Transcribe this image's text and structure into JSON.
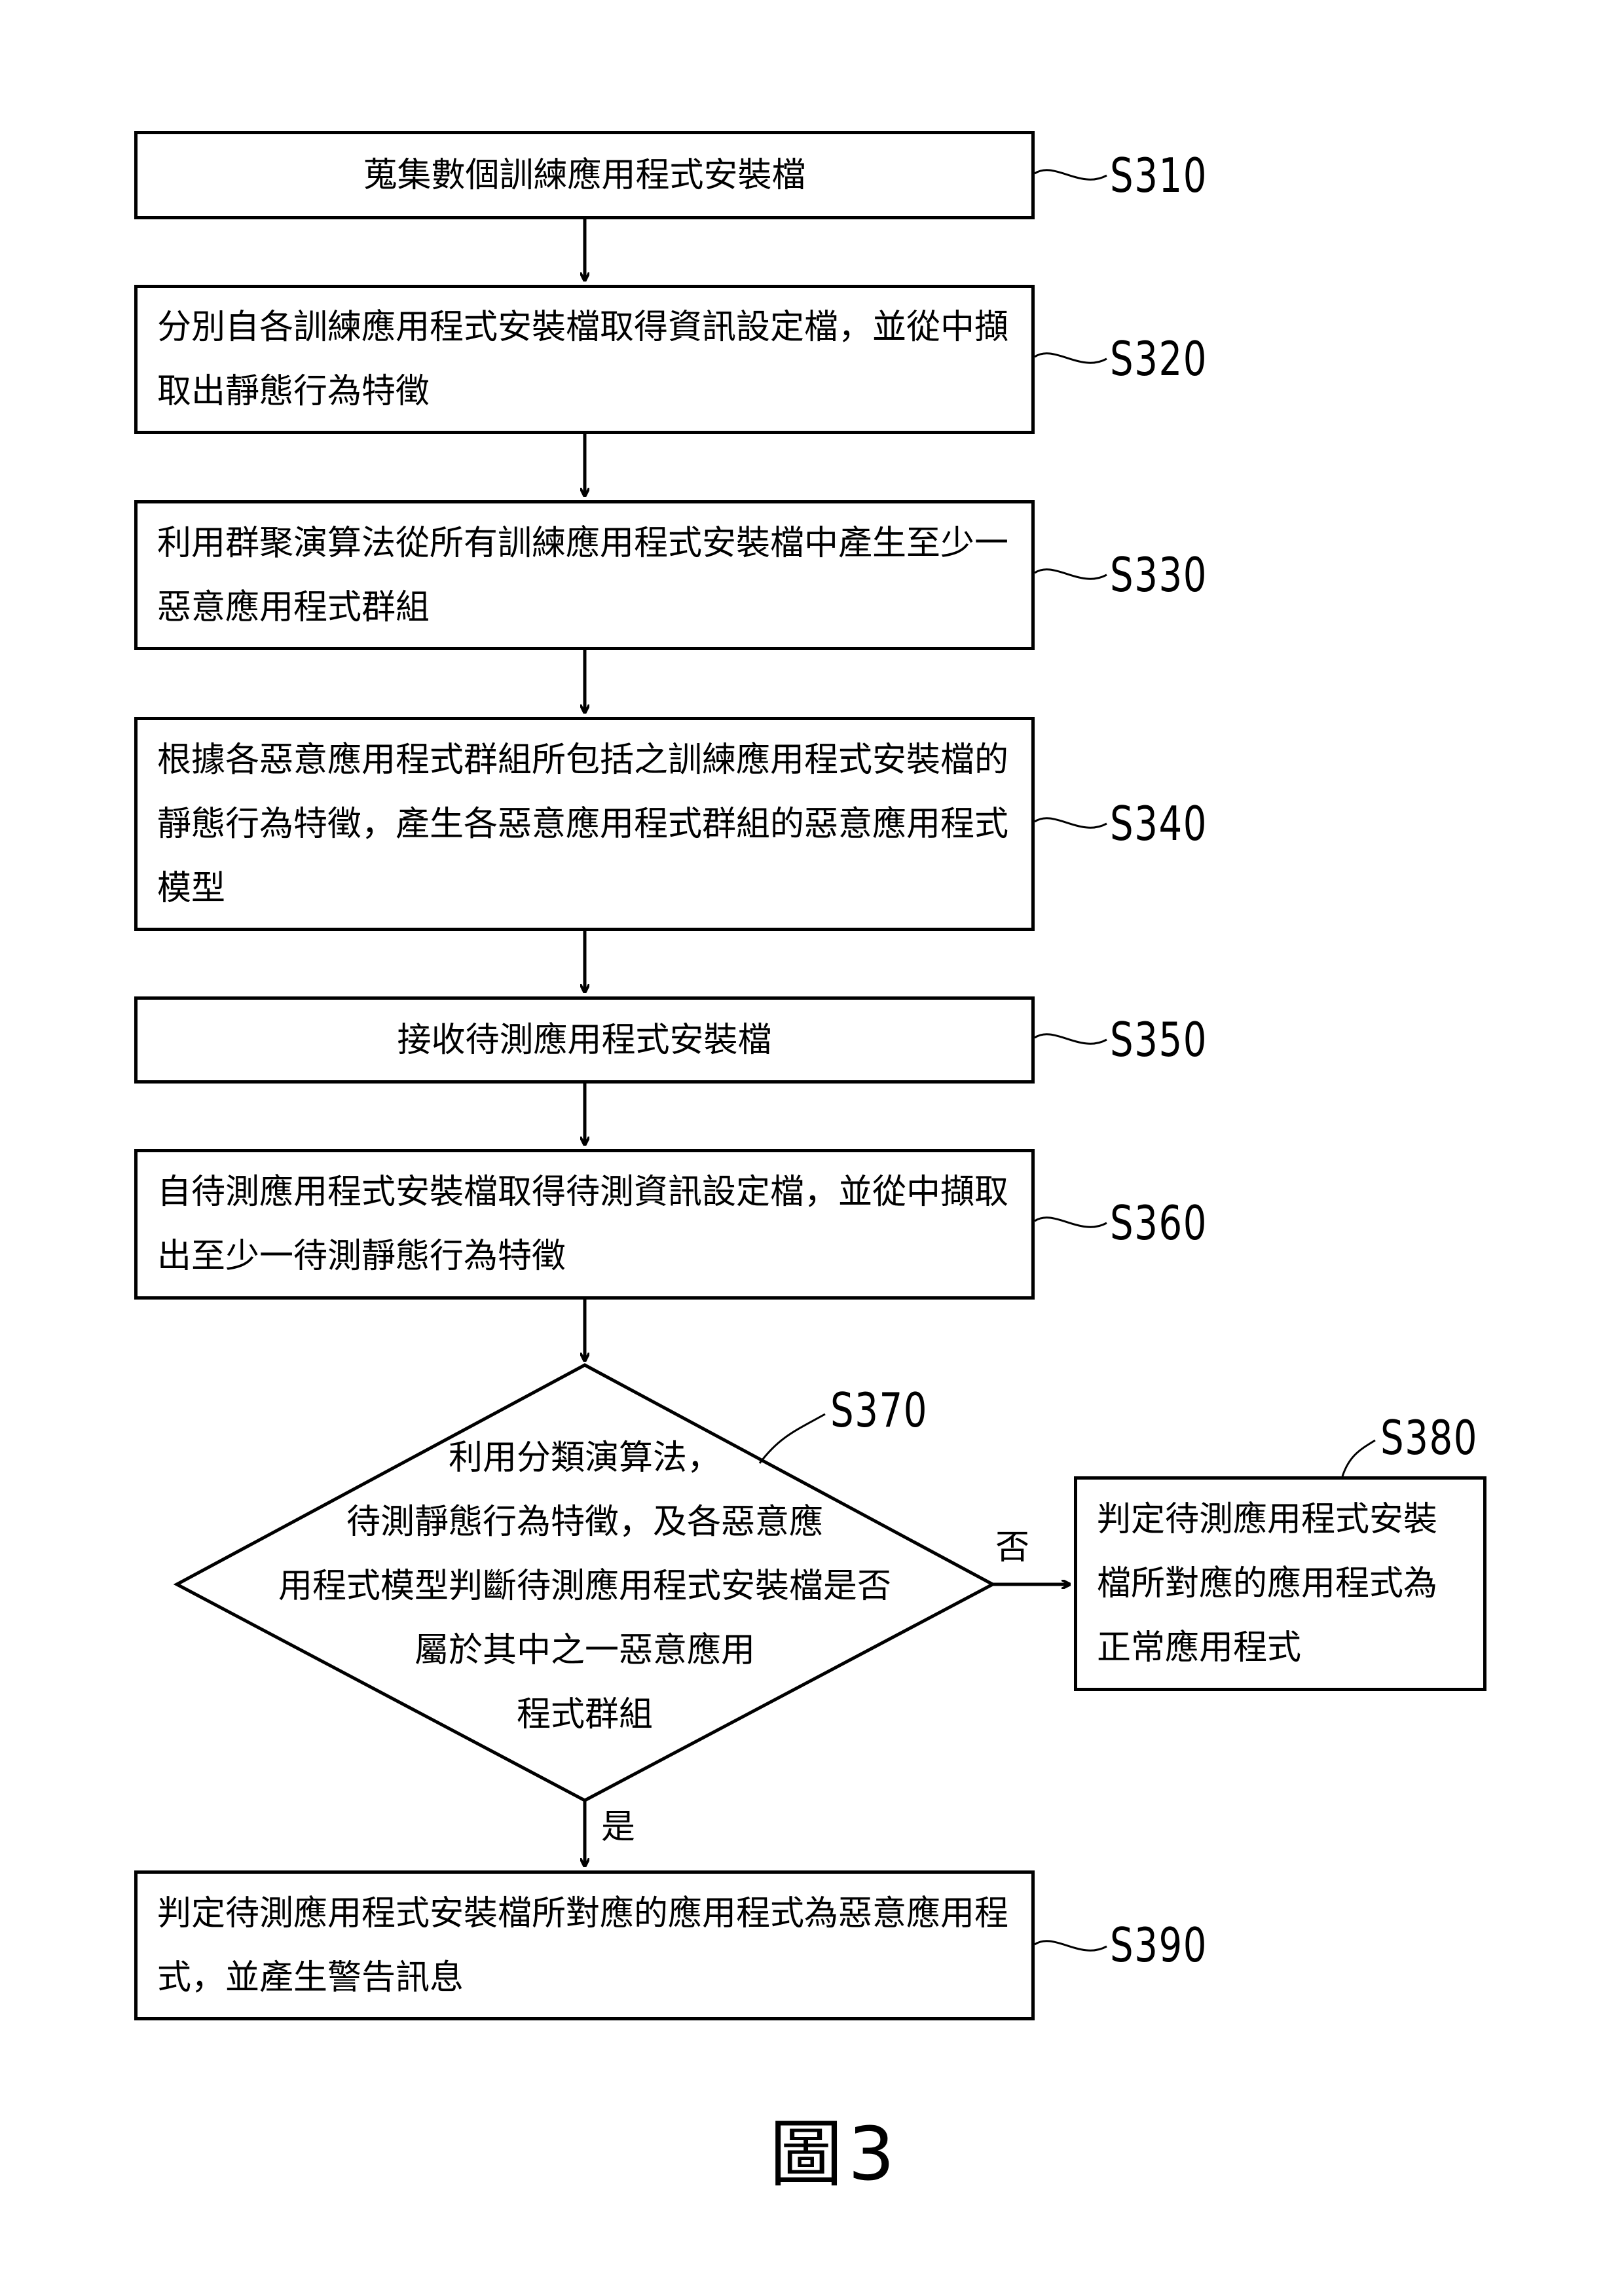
{
  "steps": {
    "s310": {
      "id": "S310",
      "text": "蒐集數個訓練應用程式安裝檔"
    },
    "s320": {
      "id": "S320",
      "text": "分別自各訓練應用程式安裝檔取得資訊設定檔，並從中擷取出靜態行為特徵"
    },
    "s330": {
      "id": "S330",
      "text": "利用群聚演算法從所有訓練應用程式安裝檔中產生至少一惡意應用程式群組"
    },
    "s340": {
      "id": "S340",
      "text": "根據各惡意應用程式群組所包括之訓練應用程式安裝檔的靜態行為特徵，產生各惡意應用程式群組的惡意應用程式模型"
    },
    "s350": {
      "id": "S350",
      "text": "接收待測應用程式安裝檔"
    },
    "s360": {
      "id": "S360",
      "text": "自待測應用程式安裝檔取得待測資訊設定檔，並從中擷取出至少一待測靜態行為特徵"
    },
    "s370": {
      "id": "S370",
      "lines": [
        "利用分類演算法，",
        "待測靜態行為特徵，及各惡意應",
        "用程式模型判斷待測應用程式安裝檔是否",
        "屬於其中之一惡意應用",
        "程式群組"
      ]
    },
    "s380": {
      "id": "S380",
      "text": "判定待測應用程式安裝檔所對應的應用程式為正常應用程式"
    },
    "s390": {
      "id": "S390",
      "text": "判定待測應用程式安裝檔所對應的應用程式為惡意應用程式，並產生警告訊息"
    }
  },
  "branches": {
    "no": "否",
    "yes": "是"
  },
  "figure_label": "圖3"
}
